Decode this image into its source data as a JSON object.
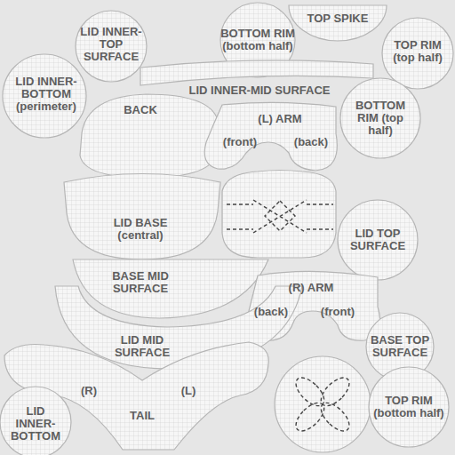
{
  "diagram": {
    "nodes": [
      {
        "text": [
          "LID INNER-TOP SURFACE"
        ]
      },
      {
        "text": [
          "BOTTOM RIM (bottom half)"
        ]
      },
      {
        "text": [
          "TOP SPIKE"
        ]
      },
      {
        "text": [
          "TOP RIM (top half)"
        ]
      },
      {
        "text": [
          "LID INNER-BOTTOM (perimeter)"
        ]
      },
      {
        "text": [
          "LID INNER-MID SURFACE"
        ]
      },
      {
        "text": [
          "BACK"
        ]
      },
      {
        "text": [
          "(L) ARM",
          "(front)",
          "(back)"
        ]
      },
      {
        "text": [
          "BOTTOM RIM (top half)"
        ]
      },
      {
        "text": [
          "LID BASE (central)"
        ]
      },
      {
        "text": [
          "LID TOP SURFACE"
        ]
      },
      {
        "text": [
          "BASE MID SURFACE"
        ]
      },
      {
        "text": [
          "(R) ARM",
          "(back)",
          "(front)"
        ]
      },
      {
        "text": [
          "LID MID SURFACE"
        ]
      },
      {
        "text": [
          "BASE TOP SURFACE"
        ]
      },
      {
        "text": [
          "(R)",
          "(L)",
          "TAIL"
        ]
      },
      {
        "text": [
          "LID INNER-BOTTOM"
        ]
      },
      {
        "text": [
          "TOP RIM (bottom half)"
        ]
      }
    ]
  }
}
